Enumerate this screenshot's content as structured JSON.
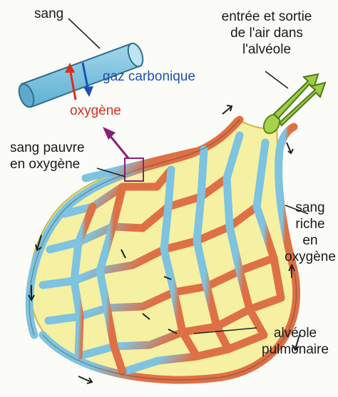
{
  "labels": {
    "sang": "sang",
    "air_line1": "entrée et sortie",
    "air_line2": "de l'air dans",
    "air_line3": "l'alvéole",
    "gaz_carbonique": "gaz carbonique",
    "oxygene": "oxygène",
    "pauvre_line1": "sang pauvre",
    "pauvre_line2": "en oxygène",
    "riche_line1": "sang",
    "riche_line2": "riche",
    "riche_line3": "en",
    "riche_line4": "oxygène",
    "alveole_line1": "alvéole",
    "alveole_line2": "pulmonaire"
  },
  "colors": {
    "background": "#fbfbf7",
    "blood_poor": "#7ec3df",
    "blood_rich": "#de7045",
    "alveolus": "#f6f0a2",
    "air_arrow": "#9ccd45",
    "gaz_carbonique_text": "#1f4fb5",
    "oxygene_text": "#d8301e",
    "exchange_arrow": "#8a1f7a"
  }
}
